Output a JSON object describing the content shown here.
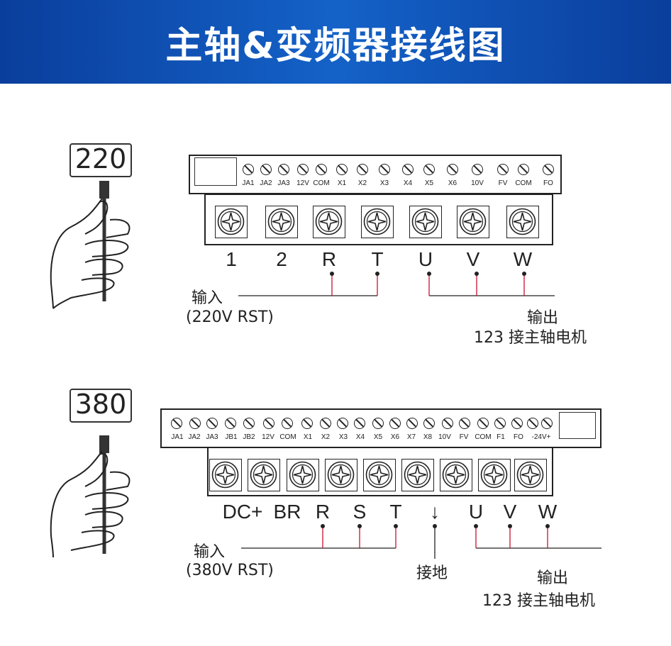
{
  "title": "主轴&变频器接线图",
  "colors": {
    "header": "#1462c8",
    "wire": "#c8102e"
  },
  "diagram_220": {
    "voltage": "220",
    "control_terminals": [
      "JA1",
      "JA2",
      "JA3",
      "12V",
      "COM",
      "X1",
      "X2",
      "X3",
      "X4",
      "X5",
      "X6",
      "10V",
      "FV",
      "COM",
      "FO"
    ],
    "power_terminals": [
      "1",
      "2",
      "R",
      "T",
      "U",
      "V",
      "W"
    ],
    "input_label": "输入",
    "input_sub": "(220V RST)",
    "output_label": "输出",
    "output_sub": "123 接主轴电机"
  },
  "diagram_380": {
    "voltage": "380",
    "control_terminals": [
      "JA1",
      "JA2",
      "JA3",
      "JB1",
      "JB2",
      "12V",
      "COM",
      "X1",
      "X2",
      "X3",
      "X4",
      "X5",
      "X6",
      "X7",
      "X8",
      "10V",
      "FV",
      "COM",
      "F1",
      "FO",
      "-24V+"
    ],
    "power_terminals": [
      "DC+",
      "BR",
      "R",
      "S",
      "T",
      "↓",
      "U",
      "V",
      "W"
    ],
    "input_label": "输入",
    "input_sub": "(380V RST)",
    "ground_label": "接地",
    "output_label": "输出",
    "output_sub": "123 接主轴电机"
  }
}
